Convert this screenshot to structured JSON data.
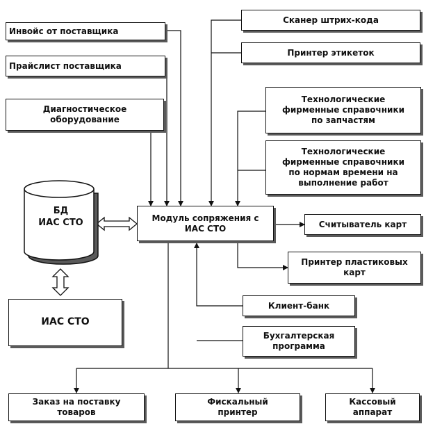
{
  "diagram": {
    "center_module": "Модуль сопряжения с\nИАС СТО",
    "database": "БД\nИАС СТО",
    "ias": "ИАС СТО",
    "invoice": "Инвойс от поставщика",
    "pricelist": "Прайслист поставщика",
    "diagnostic": "Диагностическое\nоборудование",
    "barcode_scanner": "Сканер штрих-кода",
    "label_printer": "Принтер этикеток",
    "tech_parts": "Технологические\nфирменные справочники\nпо запчастям",
    "tech_time": "Технологические\nфирменные справочники\nпо нормам времени на\nвыполнение работ",
    "card_reader": "Считыватель карт",
    "card_printer": "Принтер пластиковых\nкарт",
    "client_bank": "Клиент-банк",
    "accounting": "Бухгалтерская\nпрограмма",
    "order": "Заказ на поставку\nтоваров",
    "fiscal_printer": "Фискальный\nпринтер",
    "cash_register": "Кассовый\nаппарат"
  }
}
